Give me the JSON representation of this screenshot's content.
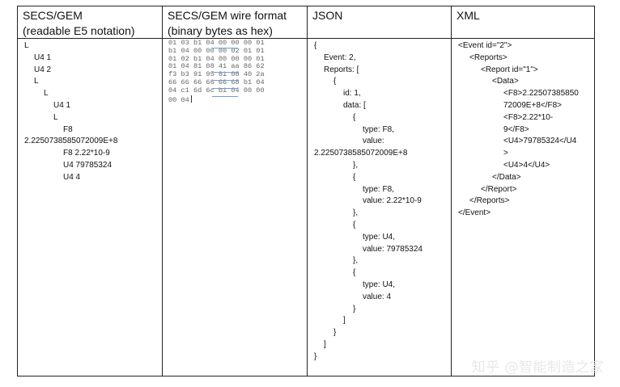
{
  "table": {
    "headers": [
      [
        "SECS/GEM",
        "(readable E5 notation)"
      ],
      [
        "SECS/GEM wire format",
        "(binary bytes as hex)"
      ],
      [
        "JSON"
      ],
      [
        "XML"
      ]
    ],
    "secs": [
      {
        "indent": 0,
        "text": "L"
      },
      {
        "indent": 2,
        "text": "U4 1"
      },
      {
        "indent": 2,
        "text": "U4 2"
      },
      {
        "indent": 2,
        "text": "L"
      },
      {
        "indent": 4,
        "text": "L"
      },
      {
        "indent": 6,
        "text": "U4 1"
      },
      {
        "indent": 6,
        "text": "L"
      },
      {
        "indent": 8,
        "text": "F8"
      },
      {
        "indent": 0,
        "text": "2.2250738585072009E+8"
      },
      {
        "indent": 8,
        "text": "F8 2.22*10-9"
      },
      {
        "indent": 8,
        "text": "U4 79785324"
      },
      {
        "indent": 8,
        "text": "U4 4"
      }
    ],
    "hex": [
      "01 03 b1 04 00 00 00 01",
      "b1 04 00 00 00 02 01 01",
      "01 02 b1 04 00 00 00 01",
      "01 04 81 08 41 aa 86 62",
      "f3 b3 91 95 81 08 40 2a",
      "66 66 66 66 66 68 b1 04",
      "04 c1 6d 6c b1 04 00 00",
      "00 04"
    ],
    "json": [
      {
        "indent": 0,
        "text": "{"
      },
      {
        "indent": 2,
        "text": "Event: 2,"
      },
      {
        "indent": 2,
        "text": "Reports: ["
      },
      {
        "indent": 4,
        "text": "{"
      },
      {
        "indent": 6,
        "text": "id: 1,"
      },
      {
        "indent": 6,
        "text": "data: ["
      },
      {
        "indent": 8,
        "text": "{"
      },
      {
        "indent": 10,
        "text": "type: F8,"
      },
      {
        "indent": 10,
        "text": "value:"
      },
      {
        "indent": 0,
        "text": "2.2250738585072009E+8"
      },
      {
        "indent": 8,
        "text": "},"
      },
      {
        "indent": 8,
        "text": "{"
      },
      {
        "indent": 10,
        "text": "type: F8,"
      },
      {
        "indent": 10,
        "text": "value: 2.22*10-9"
      },
      {
        "indent": 8,
        "text": "},"
      },
      {
        "indent": 8,
        "text": "{"
      },
      {
        "indent": 10,
        "text": "type: U4,"
      },
      {
        "indent": 10,
        "text": "value: 79785324"
      },
      {
        "indent": 8,
        "text": "},"
      },
      {
        "indent": 8,
        "text": "{"
      },
      {
        "indent": 10,
        "text": "type: U4,"
      },
      {
        "indent": 10,
        "text": "value: 4"
      },
      {
        "indent": 8,
        "text": "}"
      },
      {
        "indent": 6,
        "text": "]"
      },
      {
        "indent": 4,
        "text": "}"
      },
      {
        "indent": 2,
        "text": "]"
      },
      {
        "indent": 0,
        "text": "}"
      }
    ],
    "xml": [
      {
        "indent": 0,
        "text": "<Event id=\"2\">"
      },
      {
        "indent": 2,
        "text": "<Reports>"
      },
      {
        "indent": 4,
        "text": "<Report id=\"1\">"
      },
      {
        "indent": 6,
        "text": "<Data>"
      },
      {
        "indent": 8,
        "text": "<F8>2.22507385850"
      },
      {
        "indent": 8,
        "text": "72009E+8</F8>"
      },
      {
        "indent": 8,
        "text": "<F8>2.22*10-"
      },
      {
        "indent": 8,
        "text": "9</F8>"
      },
      {
        "indent": 8,
        "text": "<U4>79785324</U4"
      },
      {
        "indent": 8,
        "text": ">"
      },
      {
        "indent": 8,
        "text": "<U4>4</U4>"
      },
      {
        "indent": 6,
        "text": "</Data>"
      },
      {
        "indent": 4,
        "text": "</Report>"
      },
      {
        "indent": 2,
        "text": "</Reports>"
      },
      {
        "indent": 0,
        "text": "</Event>"
      }
    ]
  },
  "watermark": "知乎 @智能制造之家"
}
